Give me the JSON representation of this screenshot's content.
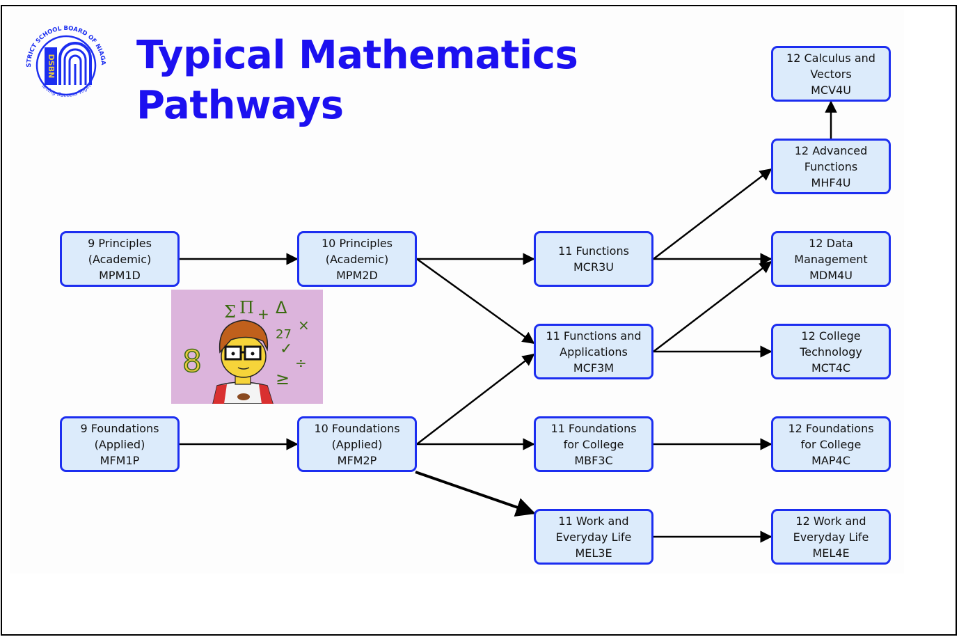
{
  "title": {
    "line1": "Typical Mathematics",
    "line2": "Pathways"
  },
  "logo": {
    "ring_text": "DISTRICT SCHOOL BOARD OF NIAGARA",
    "motto": "Achieving Success Together",
    "letters": "DSBN"
  },
  "colors": {
    "title": "#1c10f0",
    "node_border": "#1c2ef0",
    "node_fill": "#dcebfb",
    "arrow": "#000000",
    "cartoon_bg": "#dcb4dc"
  },
  "nodes": {
    "mpm1d": [
      "9 Principles",
      "(Academic)",
      "MPM1D"
    ],
    "mpm2d": [
      "10 Principles",
      "(Academic)",
      "MPM2D"
    ],
    "mfm1p": [
      "9 Foundations",
      "(Applied)",
      "MFM1P"
    ],
    "mfm2p": [
      "10 Foundations",
      "(Applied)",
      "MFM2P"
    ],
    "mcr3u": [
      "11 Functions",
      "MCR3U"
    ],
    "mcf3m": [
      "11 Functions and",
      "Applications",
      "MCF3M"
    ],
    "mbf3c": [
      "11 Foundations",
      "for College",
      "MBF3C"
    ],
    "mel3e": [
      "11 Work and",
      "Everyday Life",
      "MEL3E"
    ],
    "mcv4u": [
      "12 Calculus and",
      "Vectors",
      "MCV4U"
    ],
    "mhf4u": [
      "12 Advanced",
      "Functions",
      "MHF4U"
    ],
    "mdm4u": [
      "12 Data",
      "Management",
      "MDM4U"
    ],
    "mct4c": [
      "12 College",
      "Technology",
      "MCT4C"
    ],
    "map4c": [
      "12 Foundations",
      "for College",
      "MAP4C"
    ],
    "mel4e": [
      "12 Work and",
      "Everyday Life",
      "MEL4E"
    ]
  },
  "cartoon": {
    "symbols": [
      "Σ",
      "Π",
      "+",
      "Δ",
      "27",
      "×",
      "✓",
      "÷",
      "≥",
      "8"
    ]
  },
  "edges": [
    [
      "mpm1d",
      "mpm2d"
    ],
    [
      "mpm2d",
      "mcr3u"
    ],
    [
      "mpm2d",
      "mcf3m"
    ],
    [
      "mfm1p",
      "mfm2p"
    ],
    [
      "mfm2p",
      "mcf3m"
    ],
    [
      "mfm2p",
      "mbf3c"
    ],
    [
      "mfm2p",
      "mel3e"
    ],
    [
      "mcr3u",
      "mhf4u"
    ],
    [
      "mcr3u",
      "mdm4u"
    ],
    [
      "mcf3m",
      "mdm4u"
    ],
    [
      "mcf3m",
      "mct4c"
    ],
    [
      "mbf3c",
      "map4c"
    ],
    [
      "mel3e",
      "mel4e"
    ],
    [
      "mhf4u",
      "mcv4u"
    ]
  ]
}
